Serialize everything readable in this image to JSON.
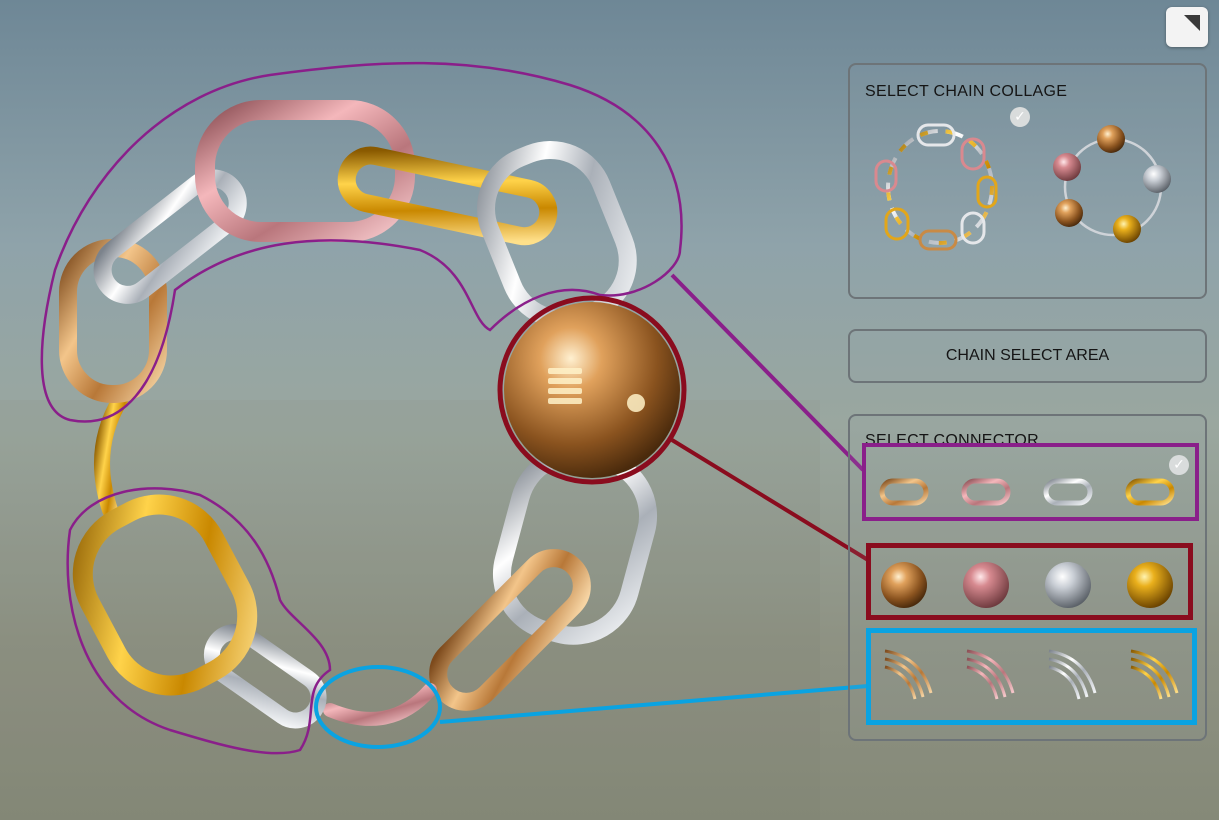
{
  "collage_panel": {
    "title": "SELECT CHAIN COLLAGE",
    "options": [
      "chain-links-ring",
      "ball-connector-ring"
    ],
    "selected": 0
  },
  "chain_select": {
    "label": "CHAIN SELECT AREA"
  },
  "connector_panel": {
    "title": "SELECT CONNECTOR",
    "link_options": [
      "copper",
      "rose-gold",
      "silver",
      "gold"
    ],
    "ball_options": [
      "copper",
      "rose-gold",
      "silver",
      "gold"
    ],
    "wire_options": [
      "copper",
      "rose-gold",
      "silver",
      "gold"
    ],
    "selected_row": "links",
    "selected_index": 3
  },
  "colors": {
    "copper": "#c98a45",
    "rose_gold": "#d9898f",
    "silver": "#dfe3e8",
    "gold": "#e2a61a",
    "annotation_purple": "#8a1f8a",
    "annotation_maroon": "#8a0c1e",
    "annotation_blue": "#0aa3e2"
  },
  "icons": {
    "corner_button": "expand-corner-icon",
    "check": "check-icon"
  }
}
